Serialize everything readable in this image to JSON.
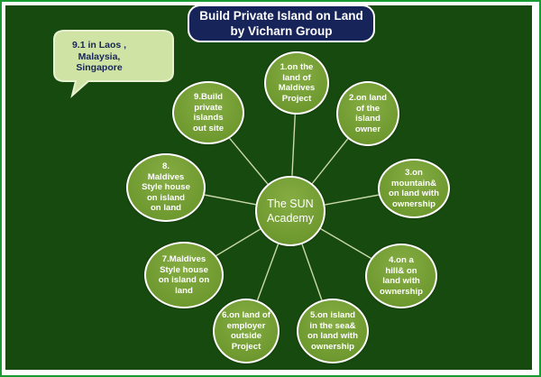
{
  "title": {
    "lines": [
      "Build Private Island on Land",
      "by Vicharn Group"
    ]
  },
  "callout": {
    "lines": [
      "9.1 in Laos ,",
      "Malaysia,",
      "Singapore"
    ]
  },
  "center": {
    "lines": [
      "The SUN",
      "Academy"
    ]
  },
  "nodes": [
    {
      "lines": [
        "1.on the",
        "land of",
        "Maldives",
        "Project"
      ]
    },
    {
      "lines": [
        "2.on land",
        "of the",
        "island",
        "owner"
      ]
    },
    {
      "lines": [
        "3.on",
        "mountain&",
        "on land with",
        "ownership"
      ]
    },
    {
      "lines": [
        "4.on a",
        "hill& on",
        "land with",
        "ownership"
      ]
    },
    {
      "lines": [
        "5.on island",
        "in the sea&",
        "on land with",
        "ownership"
      ]
    },
    {
      "lines": [
        "6.on land of",
        "employer",
        "outside",
        "Project"
      ]
    },
    {
      "lines": [
        "7.Maldives",
        "Style house",
        "on island on",
        "land"
      ]
    },
    {
      "lines": [
        "8.",
        "Maldives",
        "Style house",
        "on island",
        "on land"
      ]
    },
    {
      "lines": [
        "9.Build",
        "private",
        "islands",
        "out site"
      ]
    }
  ],
  "colors": {
    "background": "#174a0e",
    "frame": "#1a9a33",
    "node_fill": "#77a236",
    "title_fill": "#17245a",
    "callout_fill": "#cfe3a5"
  }
}
